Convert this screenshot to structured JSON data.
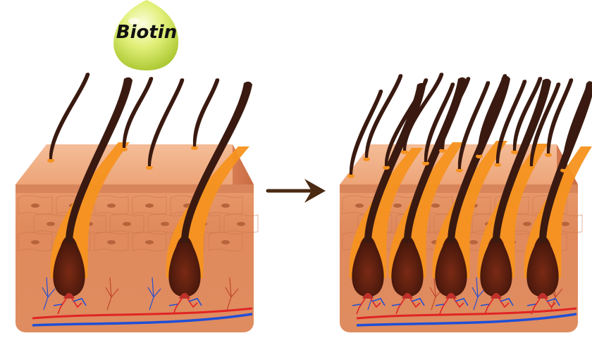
{
  "label": "Biotin",
  "colors": {
    "background": "#ffffff",
    "skin_top": "#f2b38a",
    "skin_front": "#e48e62",
    "skin_side": "#d2754c",
    "skin_layer_dark": "#cf7a52",
    "hair": "#3a1a10",
    "bulb": "#5a1e10",
    "bulb_glow": "#f5921f",
    "drop_light": "#f7fbb8",
    "drop_mid": "#d4ea55",
    "drop_dark": "#a9c730",
    "vein": "#1f4fd6",
    "artery": "#e02424",
    "arrow": "#4a2a12"
  },
  "icons": {
    "drop": "oil-drop-icon",
    "arrow": "arrow-right-icon"
  },
  "scene": {
    "before": {
      "follicle_count": 2,
      "short_hair_count": 4
    },
    "after": {
      "follicle_count": 5,
      "short_hair_count": 13
    }
  }
}
